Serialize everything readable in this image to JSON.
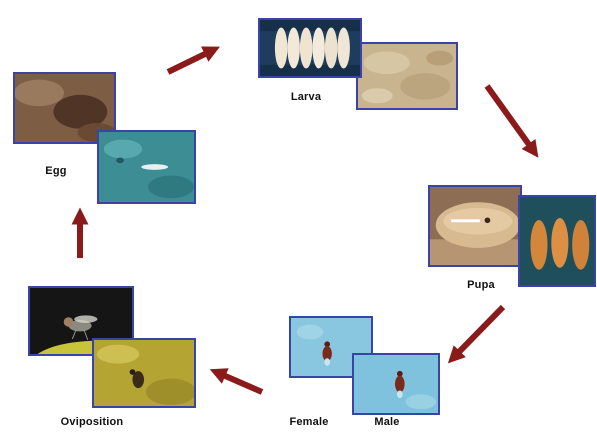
{
  "stages": {
    "egg": {
      "label": "Egg"
    },
    "larva": {
      "label": "Larva"
    },
    "pupa": {
      "label": "Pupa"
    },
    "male": {
      "label": "Male"
    },
    "female": {
      "label": "Female"
    },
    "oviposition": {
      "label": "Oviposition"
    }
  },
  "colors": {
    "arrow": "#8b1a1a",
    "photo_border": "#3a44a8",
    "label_text": "#111111"
  }
}
